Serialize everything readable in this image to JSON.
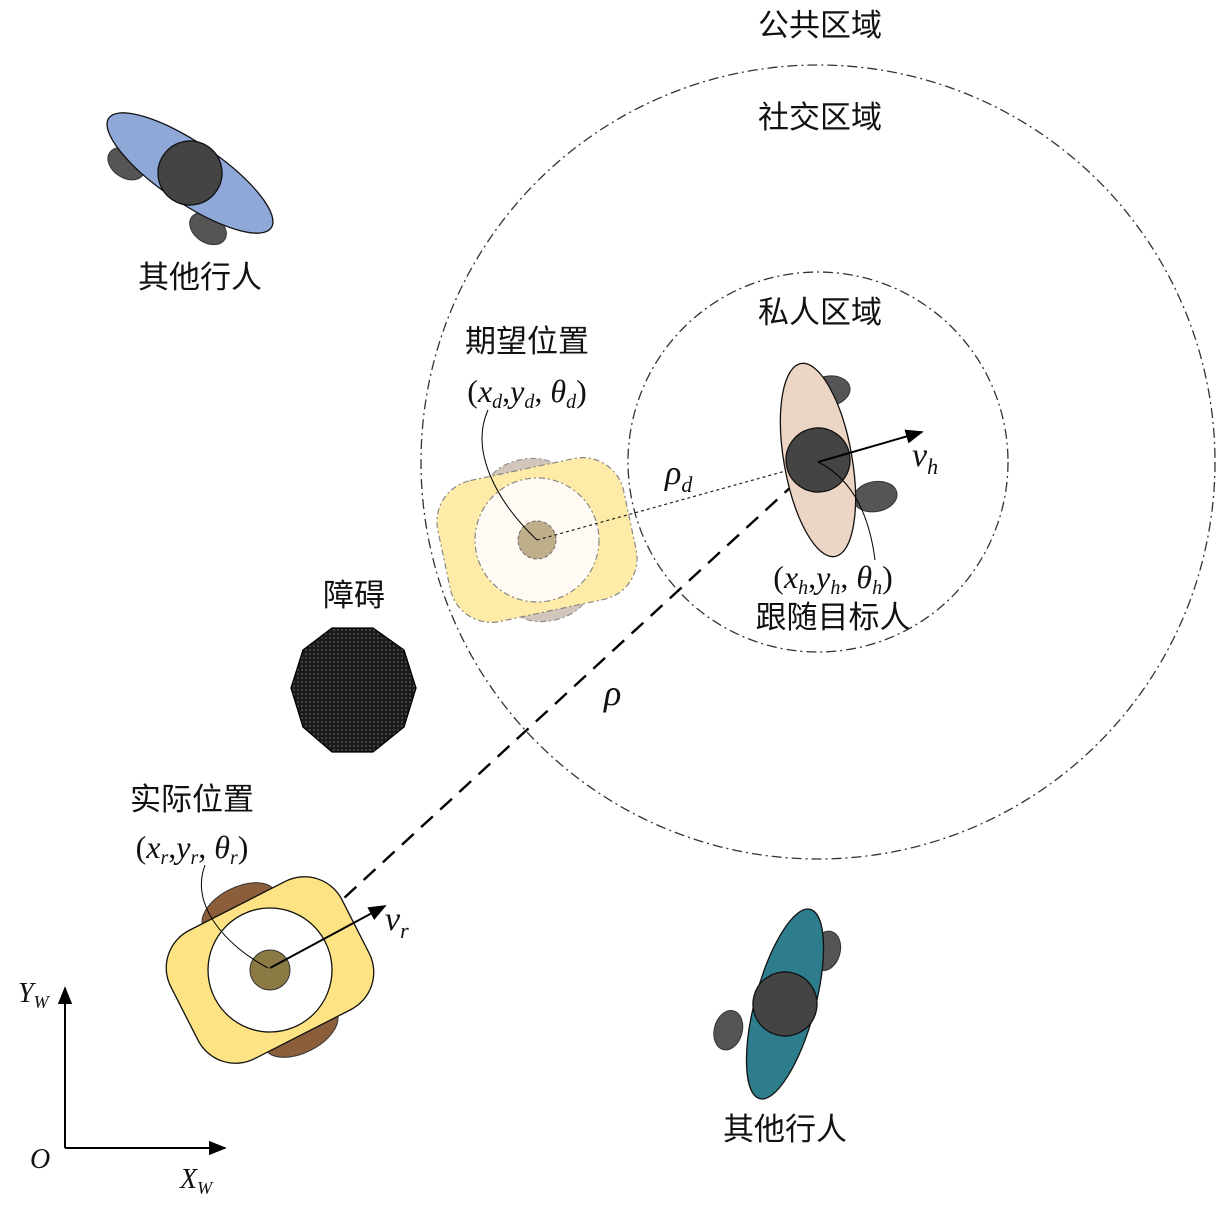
{
  "zones": {
    "public": "公共区域",
    "social": "社交区域",
    "private": "私人区域"
  },
  "labels": {
    "other_pedestrian_top": "其他行人",
    "other_pedestrian_bottom": "其他行人",
    "obstacle": "障碍",
    "desired_position": "期望位置",
    "actual_position": "实际位置",
    "target_person": "跟随目标人"
  },
  "math": {
    "rho": "ρ",
    "rho_d": "ρ",
    "rho_d_sub": "d",
    "v_h": "v",
    "v_h_sub": "h",
    "v_r": "v",
    "v_r_sub": "r",
    "origin": "O",
    "x_axis": "X",
    "x_axis_sub": "W",
    "y_axis": "Y",
    "y_axis_sub": "W",
    "theta": "θ"
  },
  "colors": {
    "pedestrian_blue": "#8fa8d8",
    "pedestrian_teal": "#2e7d8c",
    "target_body": "#ecd5c5",
    "robot_yellow": "#fde383",
    "robot_wheel": "#8b5e3c",
    "head": "#444444",
    "obstacle": "#222222"
  }
}
